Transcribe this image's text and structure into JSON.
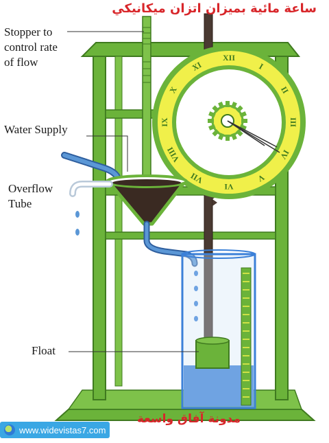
{
  "title_arabic": "ساعة مائية بميزان اتزان ميكانيكي",
  "labels": {
    "stopper": "Stopper to\ncontrol rate\nof flow",
    "water_supply": "Water Supply",
    "overflow_tube": "Overflow\nTube",
    "float": "Float"
  },
  "clock": {
    "numerals": [
      "XII",
      "I",
      "II",
      "III",
      "IV",
      "V",
      "VI",
      "VII",
      "VIII",
      "IX",
      "X",
      "XI"
    ]
  },
  "footer_arabic": "مدونة آفاق واسعة",
  "website": "www.widevistas7.com",
  "colors": {
    "frame": "#6bb33a",
    "frame_dark": "#3f7a1f",
    "clock_face": "#f0f04a",
    "water": "#3b80d8",
    "funnel_fill": "#3a2a22",
    "pipe": "#5b97d6",
    "title": "#d8262a"
  }
}
